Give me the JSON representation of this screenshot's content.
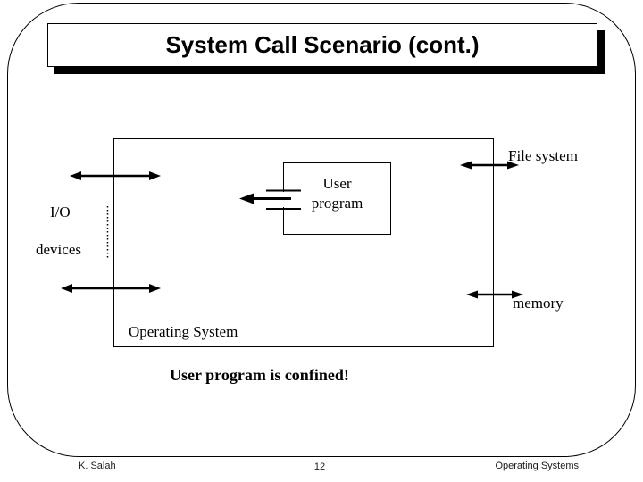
{
  "slide": {
    "title": "System Call Scenario (cont.)",
    "diagram": {
      "user_program": "User program",
      "io_label": "I/O",
      "devices_label": "devices",
      "file_system_label": "File system",
      "memory_label": "memory",
      "os_label": "Operating System",
      "caption": "User program is confined!"
    },
    "footer": {
      "author": "K. Salah",
      "page_number": "12",
      "course": "Operating Systems"
    },
    "colors": {
      "background": "#ffffff",
      "ink": "#000000"
    }
  }
}
